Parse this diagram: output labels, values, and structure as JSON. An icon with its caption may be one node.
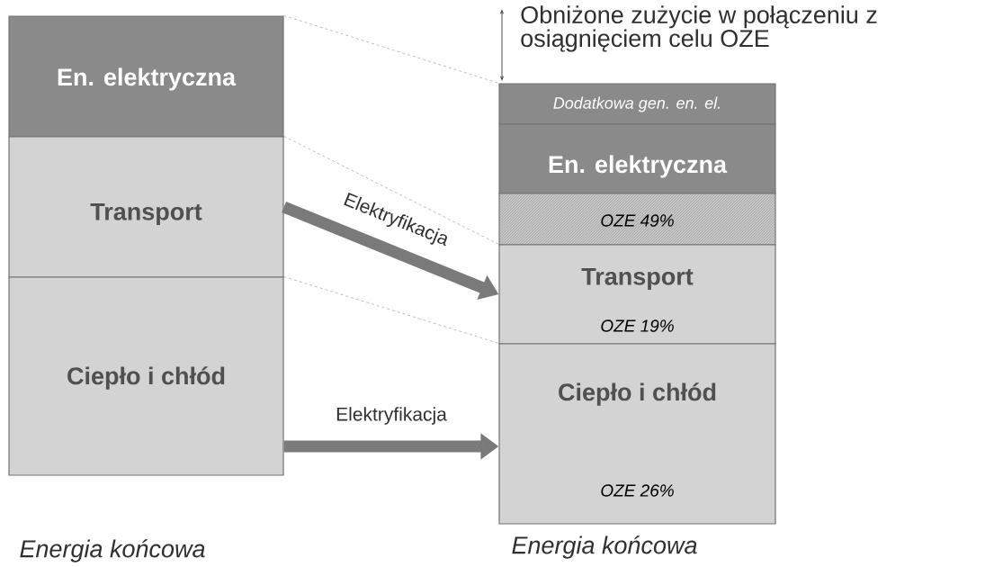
{
  "diagram": {
    "nodes": [
      {
        "text": [
          "En. elektryczna"
        ]
      },
      {
        "text": [
          "Transport"
        ]
      },
      {
        "text": [
          "Ciepło i chłód"
        ]
      },
      {
        "text": [
          "Dodatkowa gen. en. el."
        ]
      },
      {
        "text": [
          "En. elektryczna"
        ]
      },
      {
        "text": [
          "OZE 49%"
        ]
      },
      {
        "text": [
          "Transport",
          "OZE 19%"
        ]
      },
      {
        "text": [
          "Ciepło i chłód",
          "OZE 26%"
        ]
      }
    ],
    "edges": [
      {
        "from": 0,
        "to": 3,
        "arrow": "none",
        "style": "dashed"
      },
      {
        "from": 1,
        "to": 6,
        "arrow": "none",
        "style": "dashed"
      },
      {
        "from": 2,
        "to": 7,
        "arrow": "none",
        "style": "dashed"
      },
      {
        "from": 1,
        "to": 6,
        "arrow": "to",
        "style": "thick",
        "label": "Elektryfikacja"
      },
      {
        "from": 2,
        "to": 7,
        "arrow": "to",
        "style": "thick",
        "label": "Elektryfikacja"
      }
    ],
    "labels": [
      "Obniżone zużycie w połączeniu z osiągnięciem celu OZE",
      "Energia końcowa",
      "Energia końcowa"
    ]
  }
}
